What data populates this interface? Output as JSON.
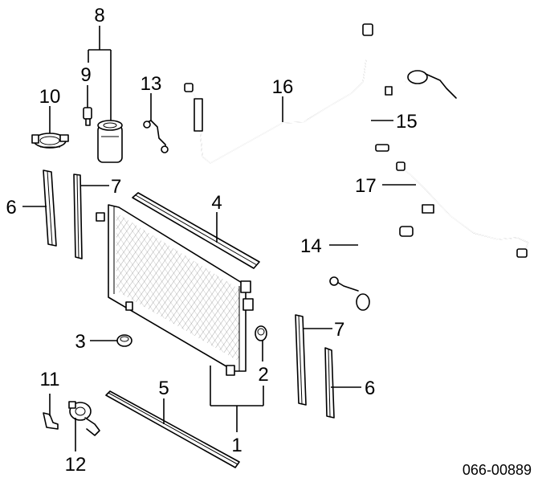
{
  "callouts": {
    "c1": "1",
    "c2": "2",
    "c3": "3",
    "c4": "4",
    "c5": "5",
    "c6a": "6",
    "c6b": "6",
    "c7a": "7",
    "c7b": "7",
    "c8": "8",
    "c9": "9",
    "c10": "10",
    "c11": "11",
    "c12": "12",
    "c13": "13",
    "c14": "14",
    "c15": "15",
    "c16": "16",
    "c17": "17"
  },
  "figure_code": "066-00889"
}
